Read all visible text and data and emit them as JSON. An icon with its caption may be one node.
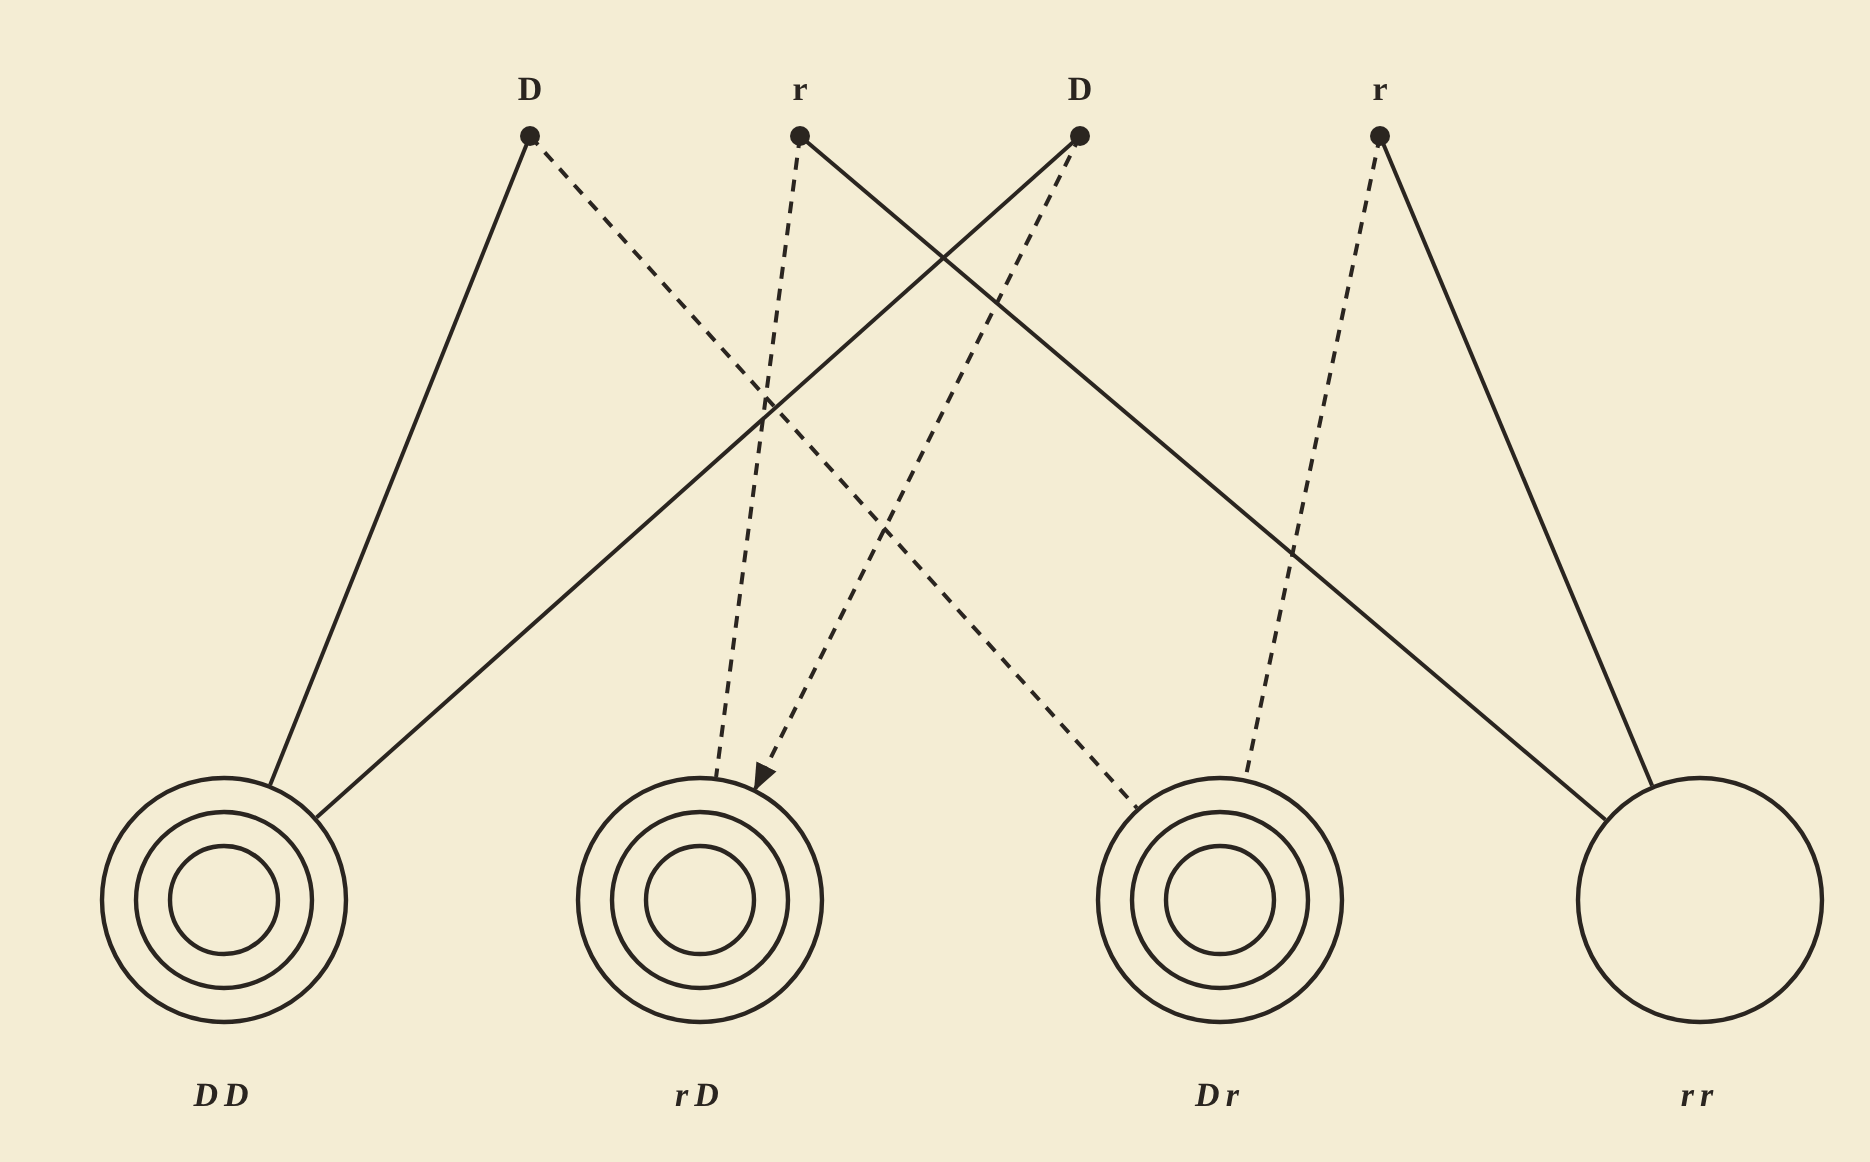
{
  "diagram": {
    "nodes": [
      {
        "text": [
          "D"
        ]
      },
      {
        "text": [
          "r"
        ]
      },
      {
        "text": [
          "D"
        ]
      },
      {
        "text": [
          "r"
        ]
      },
      {
        "text": [],
        "shape": "rings",
        "beside": [
          "DD"
        ]
      },
      {
        "text": [],
        "shape": "rings",
        "beside": [
          "rD"
        ]
      },
      {
        "text": [],
        "shape": "rings",
        "beside": [
          "Dr"
        ]
      },
      {
        "text": [],
        "shape": "circle",
        "beside": [
          "rr"
        ]
      }
    ],
    "edges": [
      {
        "from": 0,
        "to": 4,
        "arrow": "none"
      },
      {
        "from": 0,
        "to": 6,
        "arrow": "none",
        "style": "dashed"
      },
      {
        "from": 1,
        "to": 5,
        "arrow": "none",
        "style": "dashed"
      },
      {
        "from": 1,
        "to": 7,
        "arrow": "none"
      },
      {
        "from": 2,
        "to": 4,
        "arrow": "none"
      },
      {
        "from": 2,
        "to": 5,
        "arrow": "to",
        "style": "dashed"
      },
      {
        "from": 3,
        "to": 6,
        "arrow": "none",
        "style": "dashed"
      },
      {
        "from": 3,
        "to": 7,
        "arrow": "none"
      }
    ]
  }
}
